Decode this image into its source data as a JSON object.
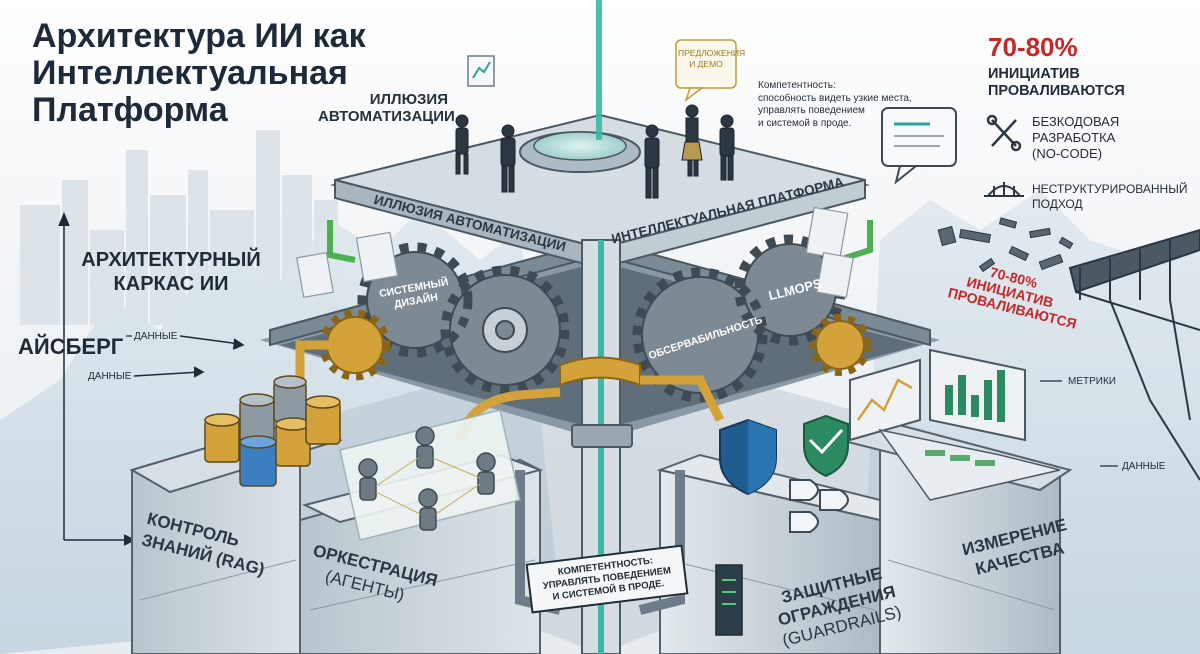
{
  "title": {
    "line1": "Архитектура ИИ как",
    "line2": "Интеллектуальная",
    "line3": "Платформа"
  },
  "left": {
    "frame_line1": "АРХИТЕКТУРНЫЙ",
    "frame_line2": "КАРКАС ИИ",
    "iceberg": "АЙСБЕРГ",
    "data_label_1": "ДАННЫЕ",
    "data_label_2": "ДАННЫЕ"
  },
  "top": {
    "illusion_line1": "ИЛЛЮЗИЯ",
    "illusion_line2": "АВТОМАТИЗАЦИИ",
    "bubble_line1": "ПРЕДЛОЖЕНИЯ",
    "bubble_line2": "И ДЕМО",
    "competence_line1": "Компетентность:",
    "competence_line2": "способность видеть узкие места,",
    "competence_line3": "управлять поведением",
    "competence_line4": "и системой в проде.",
    "roof_left": "ИЛЛЮЗИЯ АВТОМАТИЗАЦИИ",
    "roof_right": "ИНТЕЛЛЕКТУАЛЬНАЯ ПЛАТФОРМА"
  },
  "gears": {
    "system_design_line1": "СИСТЕМНЫЙ",
    "system_design_line2": "ДИЗАЙН",
    "observability": "ОБСЕРВАБИЛЬНОСТЬ",
    "llmops": "LLMOPS"
  },
  "right": {
    "fail_pct": "70-80%",
    "fail_line1": "ИНИЦИАТИВ",
    "fail_line2": "ПРОВАЛИВАЮТСЯ",
    "nocode_line1": "БЕЗКОДОВАЯ",
    "nocode_line2": "РАЗРАБОТКА",
    "nocode_line3": "(NO-CODE)",
    "unstructured_line1": "НЕСТРУКТУРИРОВАННЫЙ",
    "unstructured_line2": "ПОДХОД",
    "bridge_pct": "70-80%",
    "bridge_line1": "ИНИЦИАТИВ",
    "bridge_line2": "ПРОВАЛИВАЮТСЯ",
    "metrics": "МЕТРИКИ",
    "data": "ДАННЫЕ"
  },
  "blocks": {
    "knowledge_line1": "КОНТРОЛЬ",
    "knowledge_line2": "ЗНАНИЙ (RAG)",
    "orchestration_line1": "ОРКЕСТРАЦИЯ",
    "orchestration_line2": "(АГЕНТЫ)",
    "guardrails_line1": "ЗАЩИТНЫЕ",
    "guardrails_line2": "ОГРАЖДЕНИЯ",
    "guardrails_line3": "(GUARDRAILS)",
    "quality_line1": "ИЗМЕРЕНИЕ",
    "quality_line2": "КАЧЕСТВА"
  },
  "sign": {
    "line1": "КОМПЕТЕНТНОСТЬ:",
    "line2": "УПРАВЛЯТЬ ПОВЕДЕНИЕМ",
    "line3": "И СИСТЕМОЙ В ПРОДЕ."
  },
  "colors": {
    "metal": "#c9d3da",
    "metal_dark": "#6d7c88",
    "gear": "#8f9aa3",
    "gold": "#d4a23a",
    "teal": "#2aa59a",
    "green_pipe": "#4caf50",
    "blue_shield": "#1f5c8f",
    "red": "#c62828"
  }
}
